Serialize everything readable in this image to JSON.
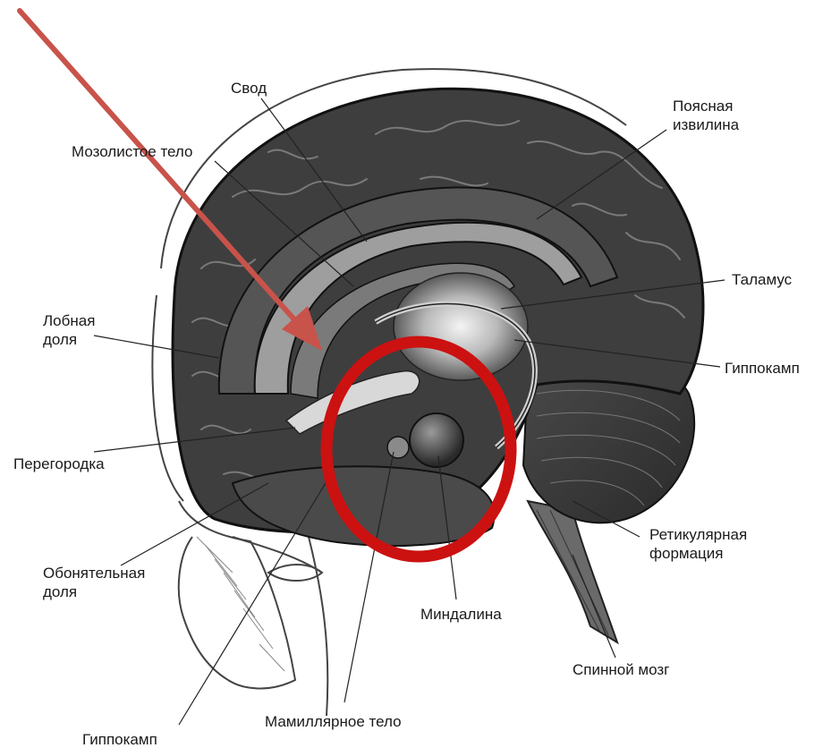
{
  "labels": {
    "svod": "Свод",
    "mozolistoe_telo": "Мозолистое тело",
    "poyasnaya_1": "Поясная",
    "poyasnaya_2": "извилина",
    "talamus": "Таламус",
    "lobnaya_1": "Лобная",
    "lobnaya_2": "доля",
    "gippokamp_right": "Гиппокамп",
    "peregorodka": "Перегородка",
    "retik_1": "Ретикулярная",
    "retik_2": "формация",
    "obon_1": "Обонятельная",
    "obon_2": "доля",
    "mindalina": "Миндалина",
    "spinnoy_mozg": "Спинной мозг",
    "mamillyarnoe_telo": "Мамиллярное тело",
    "gippokamp_bottom": "Гиппокамп"
  },
  "colors": {
    "arrow": "#c8534a",
    "circle": "#cc1111",
    "brain_dark": "#3a3a3a",
    "brain_mid": "#5c5c5c",
    "brain_light": "#8a8a8a",
    "outline": "#222222"
  }
}
